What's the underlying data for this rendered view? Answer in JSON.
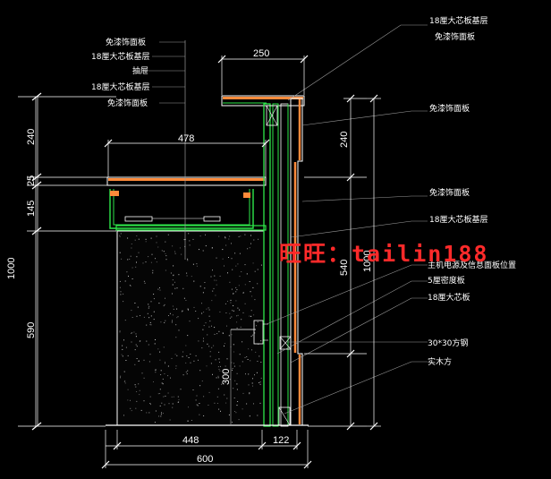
{
  "drawing": {
    "background": "#000000",
    "colors": {
      "line_white": "#ffffff",
      "panel_orange": "#ff8a3a",
      "board_green": "#2ee84a",
      "speckle": "#cfcfcf",
      "guide": "#9a9a9a",
      "watermark": "#ff2a2a"
    },
    "left_labels": [
      "免漆饰面板",
      "18厘大芯板基层",
      "抽屉",
      "18厘大芯板基层",
      "免漆饰面板"
    ],
    "right_labels": [
      "18厘大芯板基层",
      "免漆饰面板",
      "免漆饰面板",
      "免漆饰面板",
      "18厘大芯板基层",
      "主机电源及信息面板位置",
      "5厘密度板",
      "18厘大芯板",
      "30*30方钢",
      "实木方"
    ],
    "dimensions": {
      "top_width": "250",
      "shelf_width": "478",
      "left_1": "240",
      "left_2": "25",
      "left_3": "145",
      "left_4": "590",
      "left_total": "1000",
      "right_upper": "240",
      "right_mid": "540",
      "right_total": "1000",
      "cable": "300",
      "bottom_left": "448",
      "bottom_right": "122",
      "bottom_total": "600"
    },
    "watermark": "旺旺：tailin188"
  }
}
